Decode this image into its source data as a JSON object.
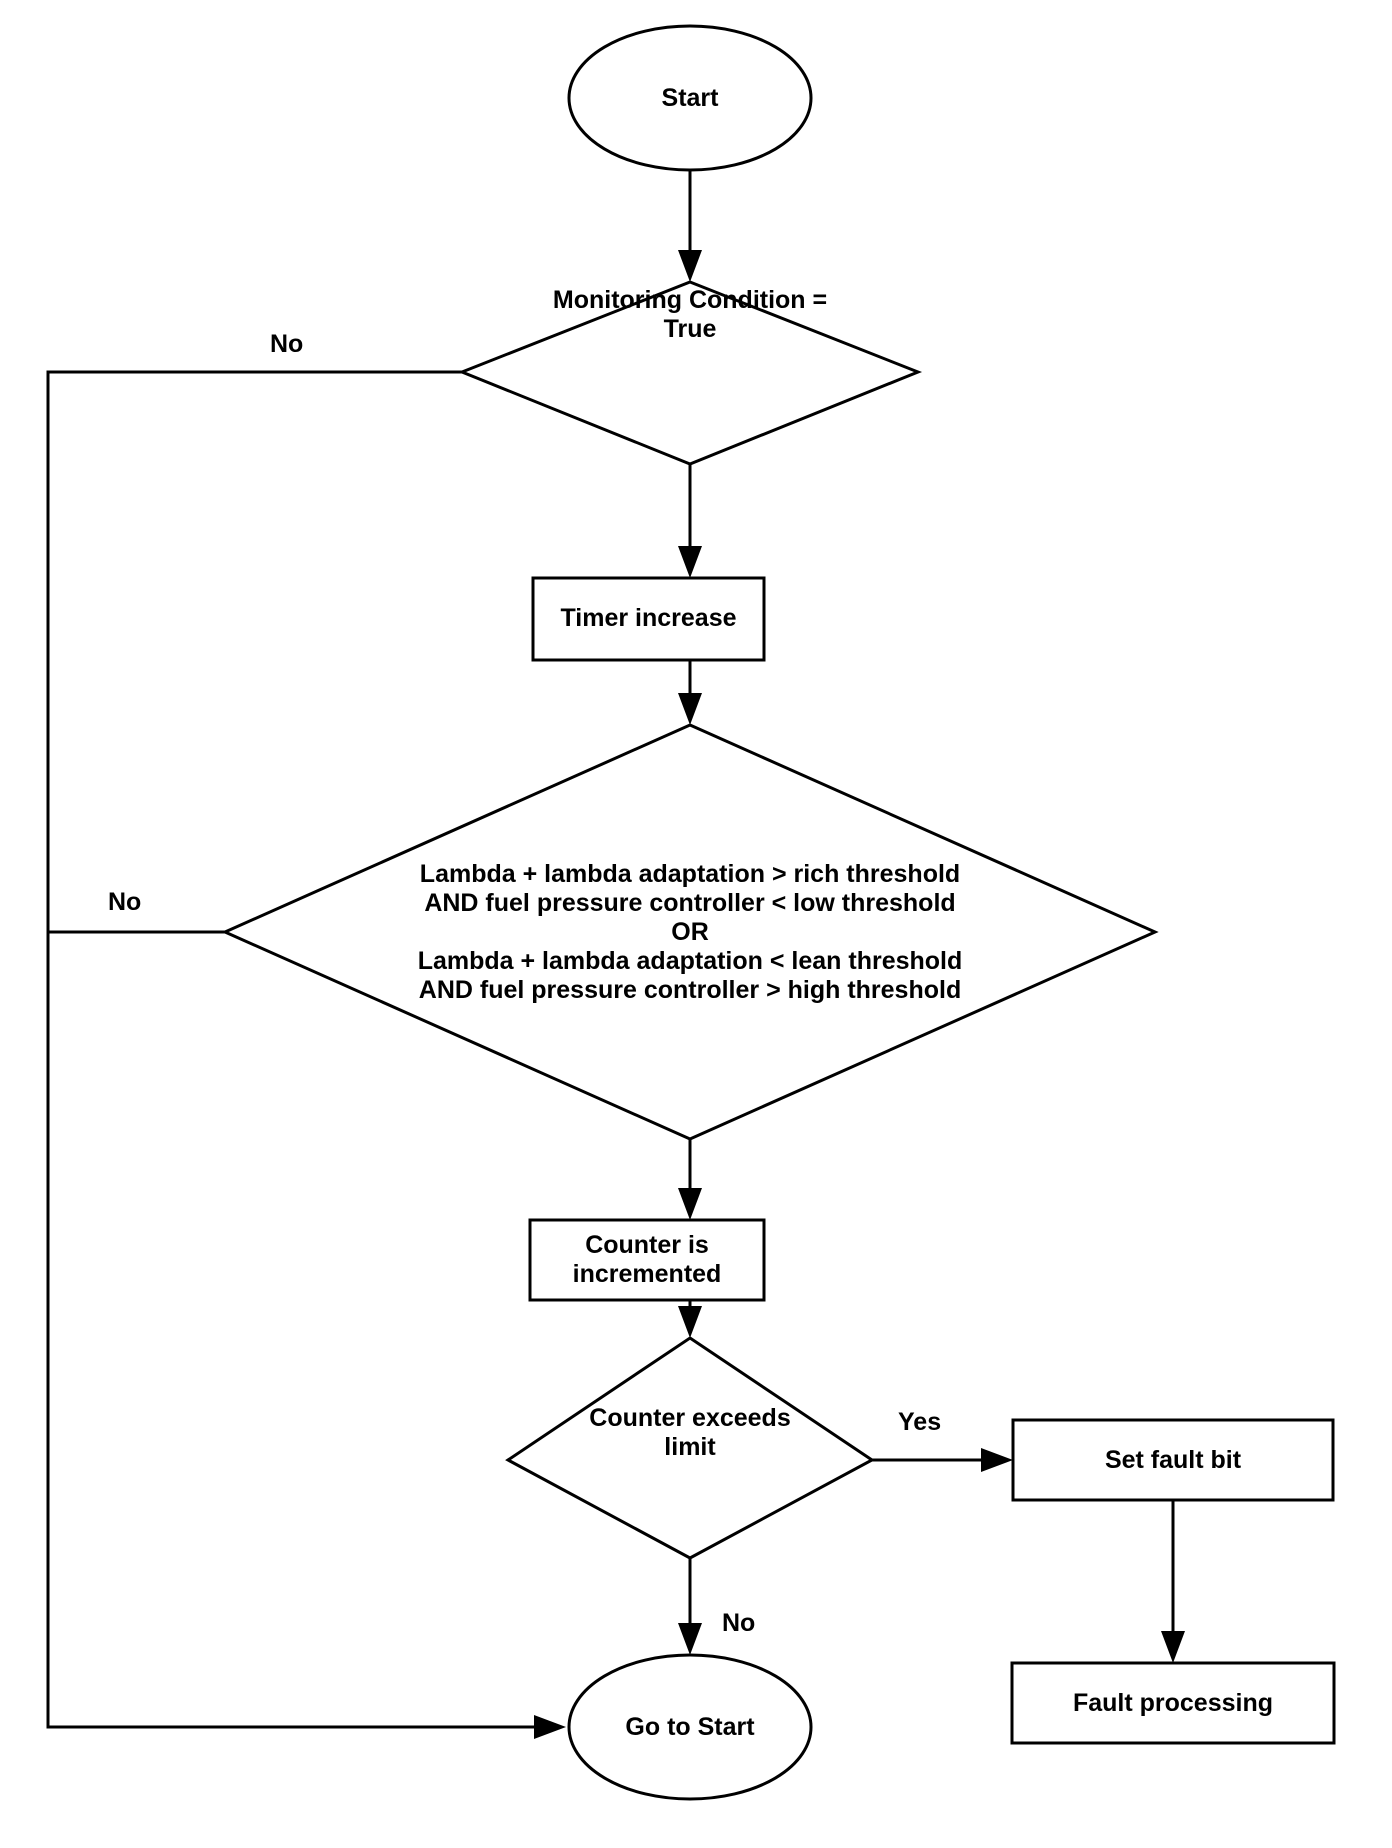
{
  "diagram": {
    "type": "flowchart",
    "title": "Fuel system monitoring diagnostic flowchart",
    "colors": {
      "stroke": "#000000",
      "fill": "#ffffff",
      "text": "#000000"
    },
    "nodes": [
      {
        "id": "start",
        "shape": "ellipse",
        "label": "Start"
      },
      {
        "id": "monitoring-condition",
        "shape": "diamond",
        "label": "Monitoring Condition =\nTrue"
      },
      {
        "id": "timer-increase",
        "shape": "rectangle",
        "label": "Timer increase"
      },
      {
        "id": "lambda-condition",
        "shape": "diamond",
        "label": "Lambda + lambda adaptation > rich threshold\nAND fuel pressure controller < low threshold\nOR\nLambda + lambda adaptation < lean threshold\nAND fuel pressure controller > high threshold"
      },
      {
        "id": "counter-incremented",
        "shape": "rectangle",
        "label": "Counter is incremented"
      },
      {
        "id": "counter-exceeds-limit",
        "shape": "diamond",
        "label": "Counter exceeds\nlimit"
      },
      {
        "id": "set-fault-bit",
        "shape": "rectangle",
        "label": "Set fault bit"
      },
      {
        "id": "fault-processing",
        "shape": "rectangle",
        "label": "Fault processing"
      },
      {
        "id": "go-to-start",
        "shape": "ellipse",
        "label": "Go to Start"
      }
    ],
    "edges": [
      {
        "id": "start-to-monitoring",
        "from": "start",
        "to": "monitoring-condition",
        "label": ""
      },
      {
        "id": "monitoring-no",
        "from": "monitoring-condition",
        "to": "go-to-start",
        "label": "No"
      },
      {
        "id": "monitoring-to-timer",
        "from": "monitoring-condition",
        "to": "timer-increase",
        "label": ""
      },
      {
        "id": "timer-to-lambda",
        "from": "timer-increase",
        "to": "lambda-condition",
        "label": ""
      },
      {
        "id": "lambda-no",
        "from": "lambda-condition",
        "to": "go-to-start",
        "label": "No"
      },
      {
        "id": "lambda-to-counter",
        "from": "lambda-condition",
        "to": "counter-incremented",
        "label": ""
      },
      {
        "id": "counter-to-limit",
        "from": "counter-incremented",
        "to": "counter-exceeds-limit",
        "label": ""
      },
      {
        "id": "limit-yes",
        "from": "counter-exceeds-limit",
        "to": "set-fault-bit",
        "label": "Yes"
      },
      {
        "id": "limit-no",
        "from": "counter-exceeds-limit",
        "to": "go-to-start",
        "label": "No"
      },
      {
        "id": "fault-bit-to-processing",
        "from": "set-fault-bit",
        "to": "fault-processing",
        "label": ""
      }
    ],
    "edge_labels": {
      "monitoring_no": "No",
      "lambda_no": "No",
      "limit_yes": "Yes",
      "limit_no": "No"
    }
  }
}
